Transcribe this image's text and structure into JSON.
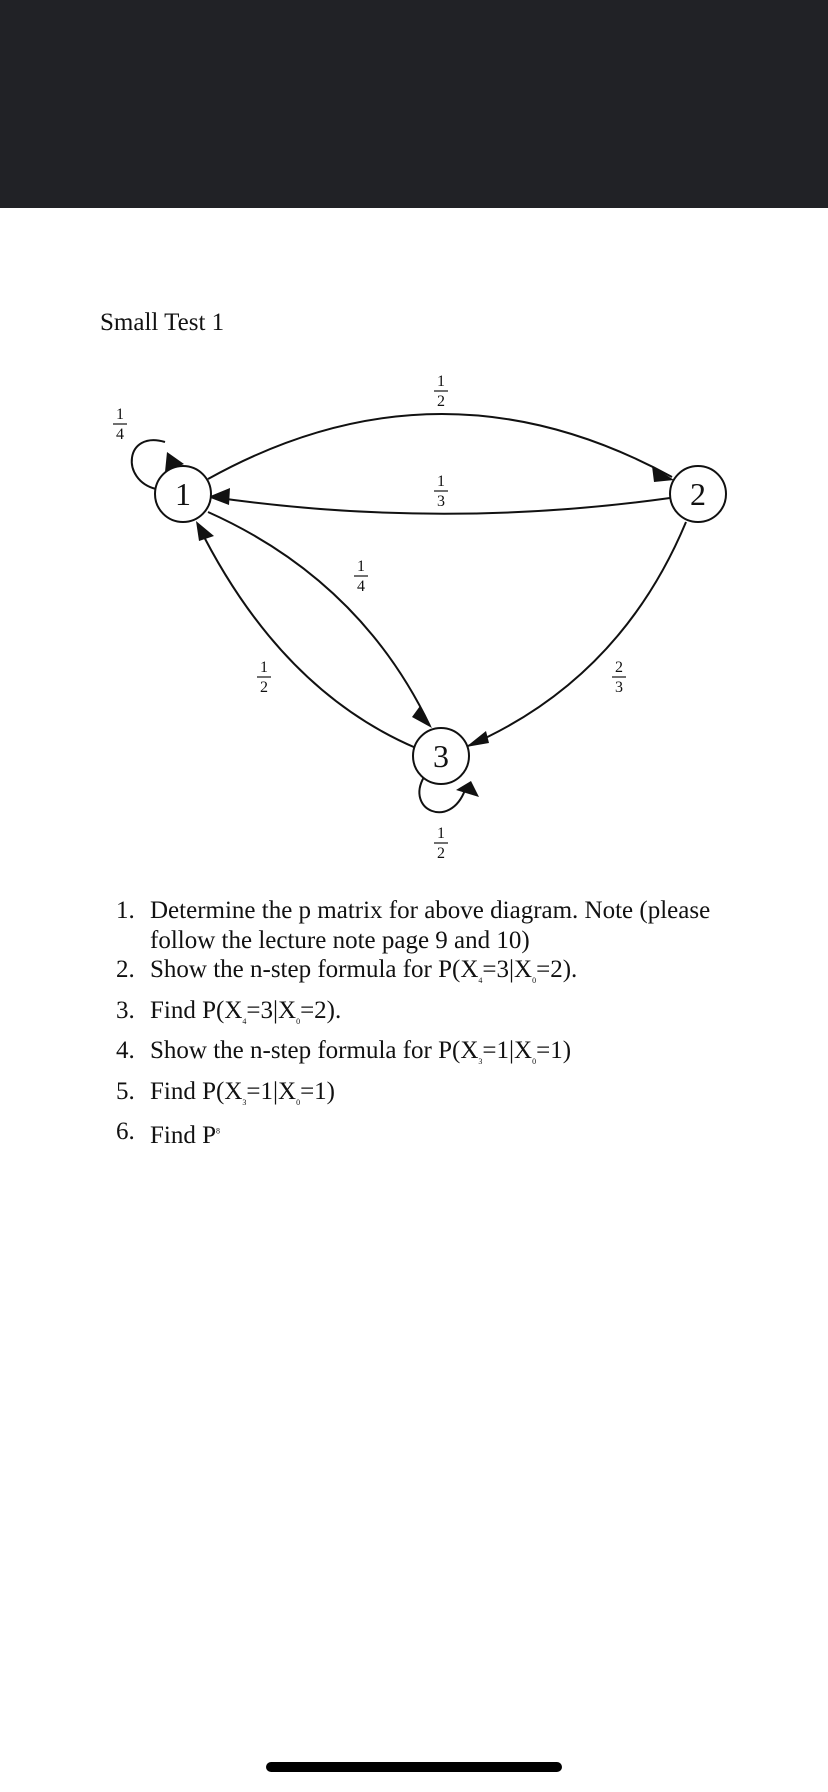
{
  "document": {
    "title": "Small Test 1"
  },
  "diagram": {
    "nodes": [
      {
        "id": "1",
        "label": "1"
      },
      {
        "id": "2",
        "label": "2"
      },
      {
        "id": "3",
        "label": "3"
      }
    ],
    "edges": [
      {
        "from": "1",
        "to": "1",
        "label": {
          "num": "1",
          "den": "4"
        }
      },
      {
        "from": "1",
        "to": "2",
        "label": {
          "num": "1",
          "den": "2"
        }
      },
      {
        "from": "2",
        "to": "1",
        "label": {
          "num": "1",
          "den": "3"
        }
      },
      {
        "from": "1",
        "to": "3",
        "label": {
          "num": "1",
          "den": "4"
        }
      },
      {
        "from": "3",
        "to": "1",
        "label": {
          "num": "1",
          "den": "2"
        }
      },
      {
        "from": "2",
        "to": "3",
        "label": {
          "num": "2",
          "den": "3"
        }
      },
      {
        "from": "3",
        "to": "3",
        "label": {
          "num": "1",
          "den": "2"
        }
      }
    ]
  },
  "questions": [
    {
      "number": "1.",
      "line1": "Determine the p matrix for above diagram. Note (please",
      "line2": "follow the lecture note page 9 and 10)"
    },
    {
      "number": "2.",
      "text_before": "Show the n-step formula for P(X",
      "sub1": "4",
      "text_mid": "=3|X",
      "sub2": "0",
      "text_after": "=2)."
    },
    {
      "number": "3.",
      "text_before": "Find P(X",
      "sub1": "4",
      "text_mid": "=3|X",
      "sub2": "0",
      "text_after": "=2)."
    },
    {
      "number": "4.",
      "text_before": "Show the n-step formula for P(X",
      "sub1": "3",
      "text_mid": "=1|X",
      "sub2": "0",
      "text_after": "=1)"
    },
    {
      "number": "5.",
      "text_before": "Find P(X",
      "sub1": "3",
      "text_mid": "=1|X",
      "sub2": "0",
      "text_after": "=1)"
    },
    {
      "number": "6.",
      "text_before": "Find P",
      "sup": "8"
    }
  ]
}
